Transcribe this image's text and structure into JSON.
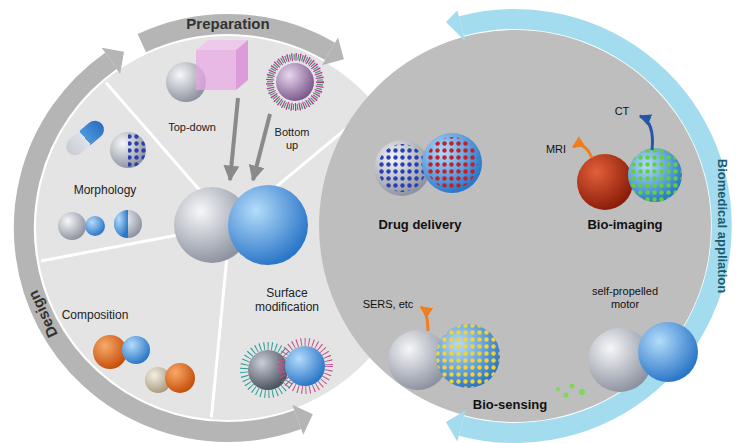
{
  "diagram": {
    "labels": [
      "Preparation",
      "Top-down",
      "Bottom up",
      "Morphology",
      "Design",
      "Composition",
      "Surface modification",
      "Biomedical appliation",
      "Drug delivery",
      "Bio-imaging",
      "MRI",
      "CT",
      "SERS, etc",
      "self-propelled motor",
      "Bio-sensing"
    ]
  }
}
